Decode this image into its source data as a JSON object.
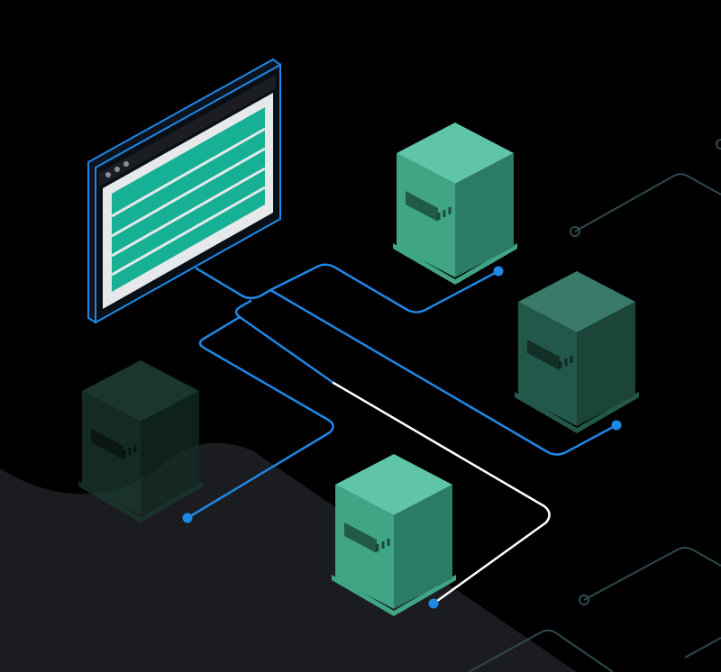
{
  "scene": {
    "background_color": "#000000",
    "ground_color": "#1b1c20",
    "accent_line_color": "#1e88e5",
    "highlight_line_color": "#ffffff",
    "decor_line_color": "#2f4a50"
  },
  "window": {
    "icon": "browser-window-icon",
    "frame_color": "#1e88e5",
    "content_color": "#16b094",
    "row_count": 5,
    "dot_color": "#8a8f98"
  },
  "servers": [
    {
      "icon": "server-icon",
      "name": "server-top",
      "top_color": "#5fc4a8",
      "left_color": "#3fa585",
      "right_color": "#2b7c66"
    },
    {
      "icon": "server-icon",
      "name": "server-right",
      "top_color": "#3a7a6a",
      "left_color": "#22584a",
      "right_color": "#1a4538"
    },
    {
      "icon": "server-icon",
      "name": "server-left",
      "top_color": "#25483f",
      "left_color": "#1a3a31",
      "right_color": "#132c25"
    },
    {
      "icon": "server-icon",
      "name": "server-bottom",
      "top_color": "#5fc4a8",
      "left_color": "#3fa585",
      "right_color": "#2b7c66"
    }
  ]
}
